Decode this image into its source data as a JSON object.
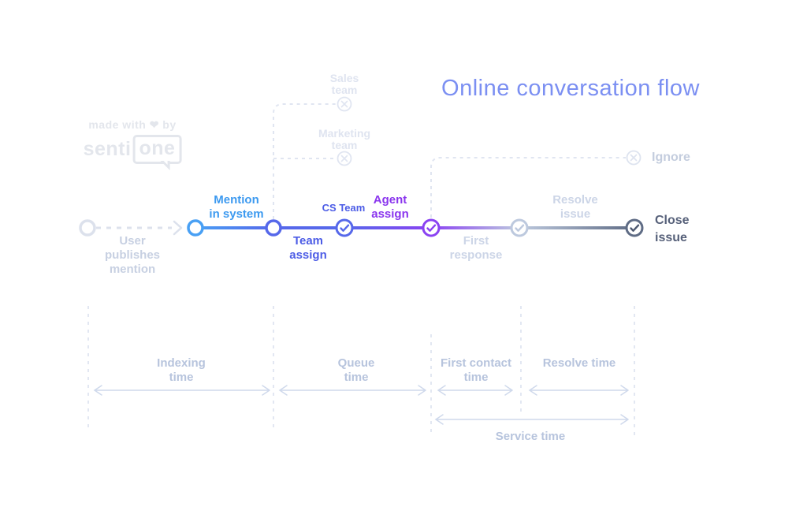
{
  "header": {
    "title": "Online conversation flow"
  },
  "logo": {
    "tagline": "made with ❤ by",
    "brand_prefix": "senti",
    "brand_suffix": "one"
  },
  "flow": {
    "stages": [
      {
        "id": "user-publishes-mention",
        "label_lines": [
          "User",
          "publishes",
          "mention"
        ],
        "state": "origin"
      },
      {
        "id": "mention-in-system",
        "label_lines": [
          "Mention",
          "in system"
        ],
        "state": "indexed"
      },
      {
        "id": "team-assign",
        "label_lines": [
          "Team",
          "assign"
        ],
        "state": "assigned"
      },
      {
        "id": "cs-team",
        "label_lines": [
          "CS Team"
        ],
        "state": "routed"
      },
      {
        "id": "agent-assign",
        "label_lines": [
          "Agent",
          "assign"
        ],
        "state": "current"
      },
      {
        "id": "first-response",
        "label_lines": [
          "First",
          "response"
        ],
        "state": "upcoming"
      },
      {
        "id": "resolve-issue",
        "label_lines": [
          "Resolve",
          "issue"
        ],
        "state": "upcoming"
      },
      {
        "id": "close-issue",
        "label_lines": [
          "Close",
          "issue"
        ],
        "state": "final"
      }
    ],
    "branches": [
      {
        "id": "sales-team",
        "label_lines": [
          "Sales",
          "team"
        ],
        "outcome": "rejected"
      },
      {
        "id": "marketing-team",
        "label_lines": [
          "Marketing",
          "team"
        ],
        "outcome": "rejected"
      },
      {
        "id": "ignore",
        "label_lines": [
          "Ignore"
        ],
        "outcome": "rejected"
      }
    ]
  },
  "metrics": {
    "spans": [
      {
        "id": "indexing-time",
        "label_lines": [
          "Indexing",
          "time"
        ]
      },
      {
        "id": "queue-time",
        "label_lines": [
          "Queue",
          "time"
        ]
      },
      {
        "id": "first-contact-time",
        "label_lines": [
          "First contact",
          "time"
        ]
      },
      {
        "id": "resolve-time",
        "label_lines": [
          "Resolve time"
        ]
      },
      {
        "id": "service-time",
        "label_lines": [
          "Service time"
        ]
      }
    ]
  },
  "colors": {
    "title": "#7b8ff2",
    "mention_blue": "#49a0f4",
    "assign_indigo": "#5668ea",
    "agent_purple": "#8a42f2",
    "inactive_light": "#bdc9de",
    "close_dark": "#5f6c85",
    "dashed_light": "#e0e5f1",
    "time_label": "#b7c4dd",
    "logo_gray": "#e3e6ec"
  }
}
